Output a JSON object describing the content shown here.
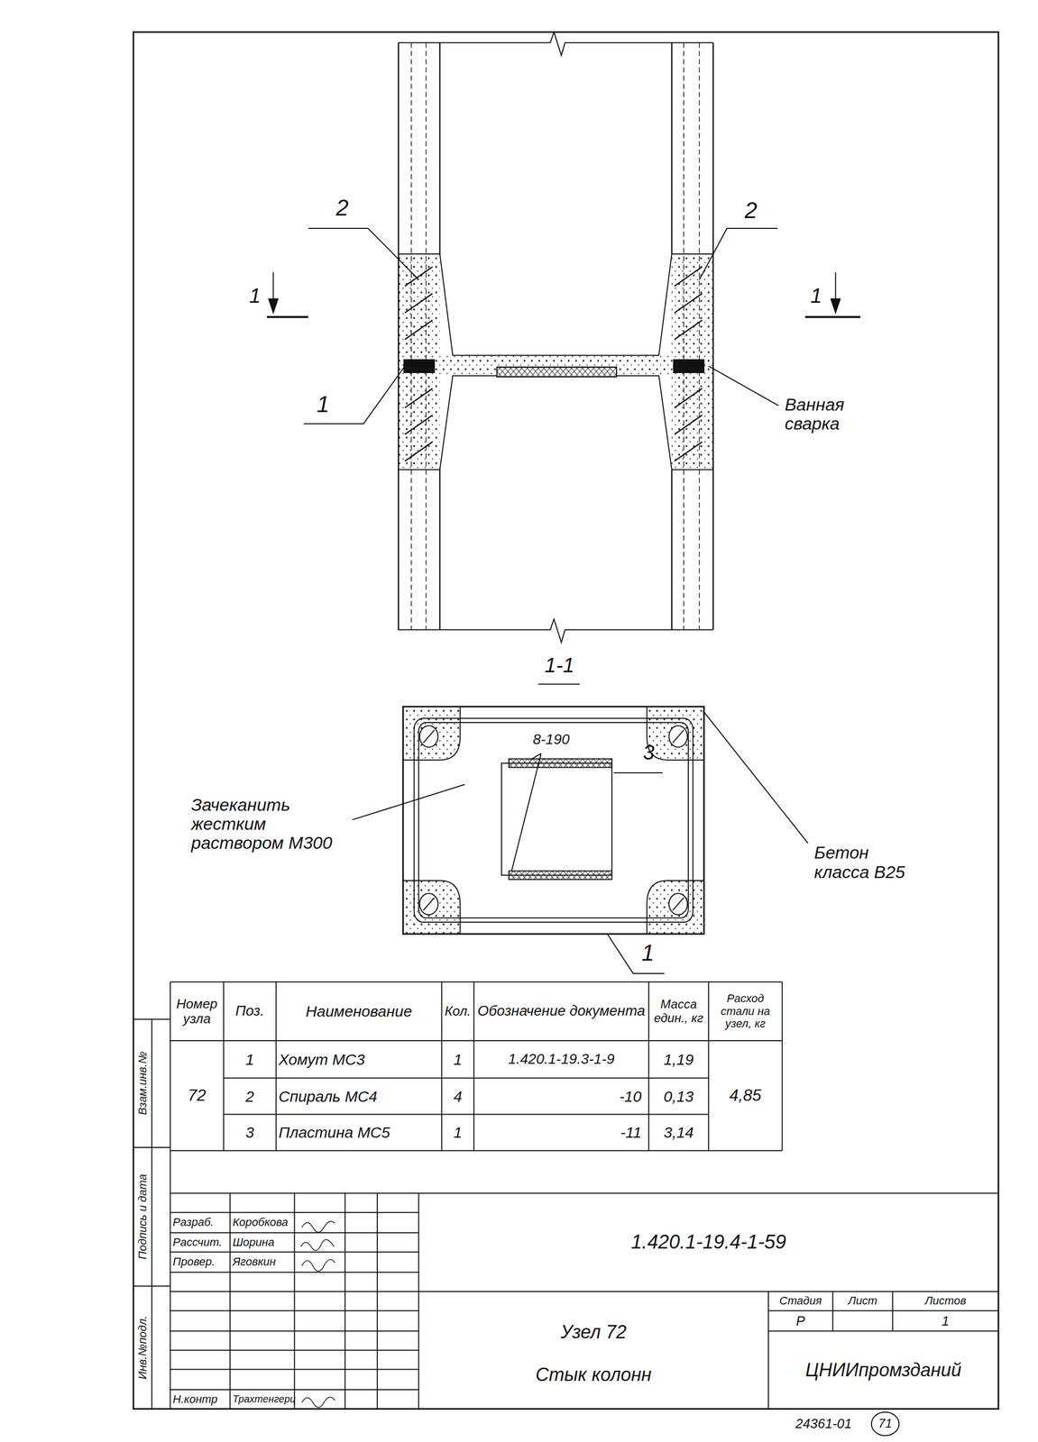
{
  "diagram": {
    "labels": [
      "2",
      "2",
      "1",
      "1",
      "1",
      "Ванная сварка",
      "1-1",
      "Бетон класса В25",
      "8-190",
      "3",
      "Зачеканить жестким раствором М300",
      "1",
      "Номер узла",
      "Поз.",
      "Наименование",
      "Кол.",
      "Обозначение документа",
      "Масса един., кг",
      "Расход стали на узел, кг",
      "72",
      "1",
      "Хомут МС3",
      "1",
      "1.420.1-19.3-1-9",
      "1,19",
      "2",
      "Спираль МС4",
      "4",
      "-10",
      "0,13",
      "3",
      "Пластина МС5",
      "1",
      "-11",
      "3,14",
      "4,85",
      "Взам.инв.№",
      "Подпись и дата",
      "Инв.№подл.",
      "Разраб.",
      "Коробкова",
      "Рассчит.",
      "Шорина",
      "Провер.",
      "Яговкин",
      "Н.контр",
      "Трахтенгерц",
      "1.420.1-19.4-1-59",
      "Узел 72",
      "Стык колонн",
      "Стадия",
      "Лист",
      "Листов",
      "Р",
      "1",
      "ЦНИИпромзданий",
      "24361-01",
      "71"
    ]
  }
}
